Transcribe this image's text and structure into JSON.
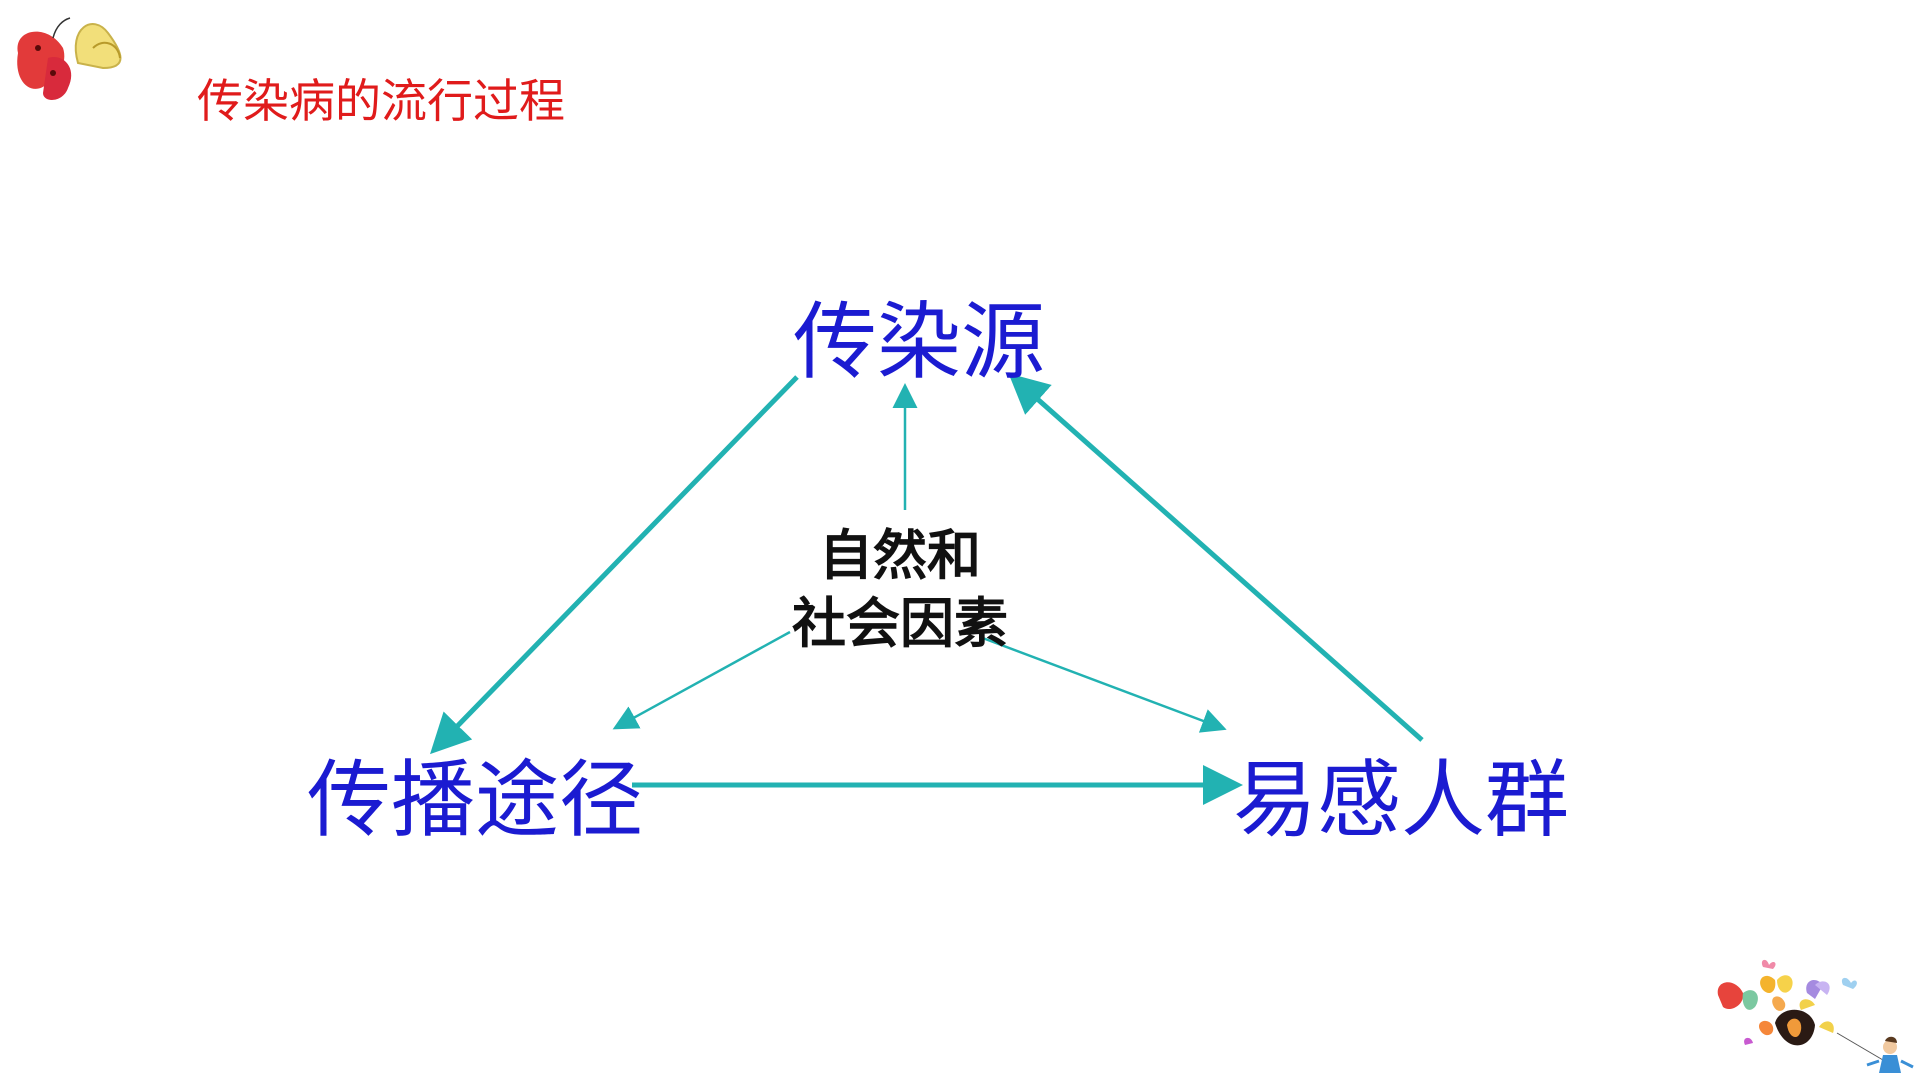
{
  "slide": {
    "title": "传染病的流行过程"
  },
  "diagram": {
    "nodes": {
      "source": "传染源",
      "route": "传播途径",
      "host": "易感人群"
    },
    "center_factor": {
      "line1": "自然和",
      "line2": "社会因素"
    },
    "arrows": [
      {
        "from": "source",
        "to": "route"
      },
      {
        "from": "route",
        "to": "host"
      },
      {
        "from": "host",
        "to": "source"
      },
      {
        "from": "center_factor",
        "to": "source"
      },
      {
        "from": "center_factor",
        "to": "route"
      },
      {
        "from": "center_factor",
        "to": "host"
      }
    ],
    "arrow_color": "#22b2b2",
    "node_color": "#1b1bd1",
    "title_color": "#e01b1b"
  },
  "decorations": {
    "top_left": "butterflies-icon",
    "bottom_right": "butterflies-with-child-icon"
  }
}
